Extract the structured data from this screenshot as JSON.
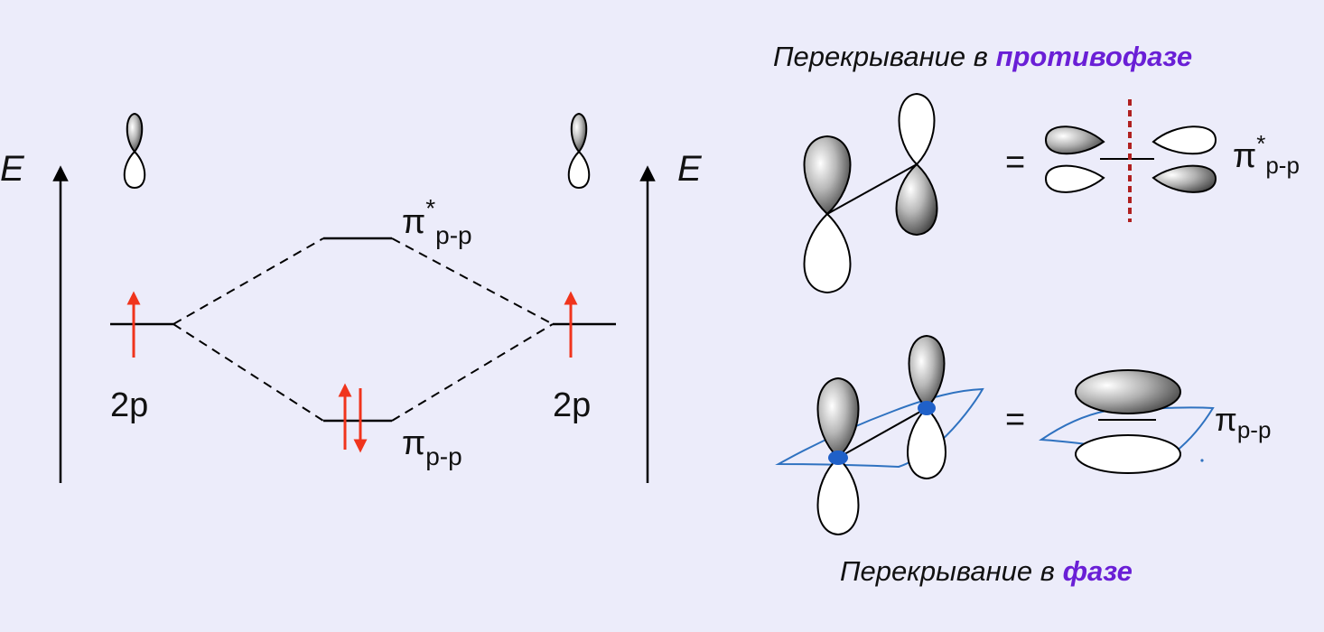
{
  "energy_diagram": {
    "axis_label_left": "E",
    "axis_label_right": "E",
    "level_label_left": "2p",
    "level_label_right": "2p",
    "antibonding": {
      "symbol": "π",
      "superscript": "*",
      "subscript": "p-p"
    },
    "bonding": {
      "symbol": "π",
      "subscript": "p-p"
    }
  },
  "antiphase_panel": {
    "title_prefix": "Перекрывание в ",
    "title_highlight": "противофазе",
    "equals": "=",
    "result": {
      "symbol": "π",
      "superscript": "*",
      "subscript": "p-p"
    }
  },
  "inphase_panel": {
    "title_prefix": "Перекрывание в ",
    "title_highlight": "фазе",
    "equals": "=",
    "result": {
      "symbol": "π",
      "subscript": "p-p"
    }
  },
  "colors": {
    "background": "#ececfa",
    "highlight": "#6a1fd6",
    "electron_arrow": "#f0341c",
    "node_line": "#b02020",
    "plane": "#2f72c0",
    "plane_dot": "#1f60c8"
  }
}
